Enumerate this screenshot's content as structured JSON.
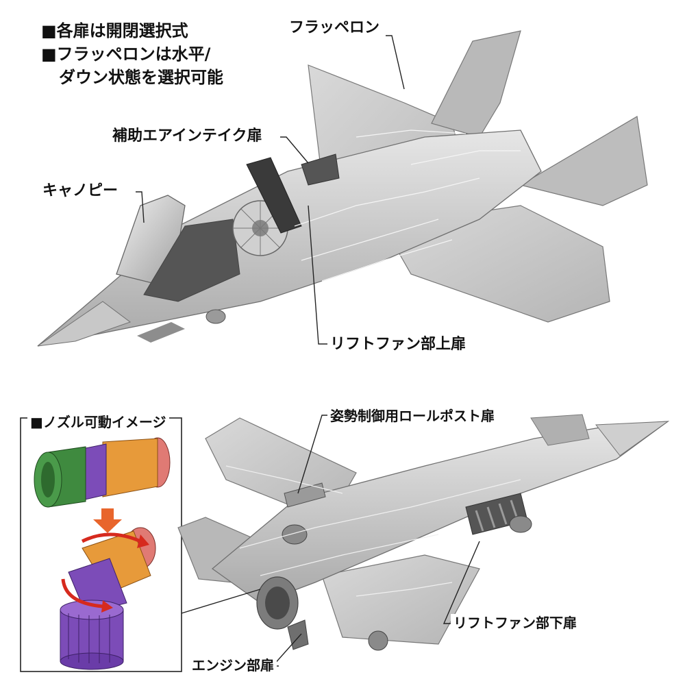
{
  "features": [
    "■各扉は開閉選択式",
    "■フラッペロンは水平/",
    "ダウン状態を選択可能"
  ],
  "labels": {
    "flaperon": "フラッペロン",
    "aux_intake": "補助エアインテイク扉",
    "canopy": "キャノピー",
    "liftfan_upper": "リフトファン部上扉",
    "rollpost": "姿勢制御用ロールポスト扉",
    "liftfan_lower": "リフトファン部下扉",
    "engine": "エンジン部扉"
  },
  "nozzle_box": {
    "title": "■ノズル可動イメージ"
  },
  "colors": {
    "aircraft_gray": "#c4c4c4",
    "nozzle_green": "#3f8a3f",
    "nozzle_orange": "#e79a3a",
    "nozzle_purple": "#7c4cb8",
    "nozzle_pink": "#e07a74",
    "arrow_orange": "#e8652c",
    "arrow_red": "#d62a1e"
  },
  "icons": [
    "arrow-down-icon",
    "rotate-arrow-icon"
  ]
}
